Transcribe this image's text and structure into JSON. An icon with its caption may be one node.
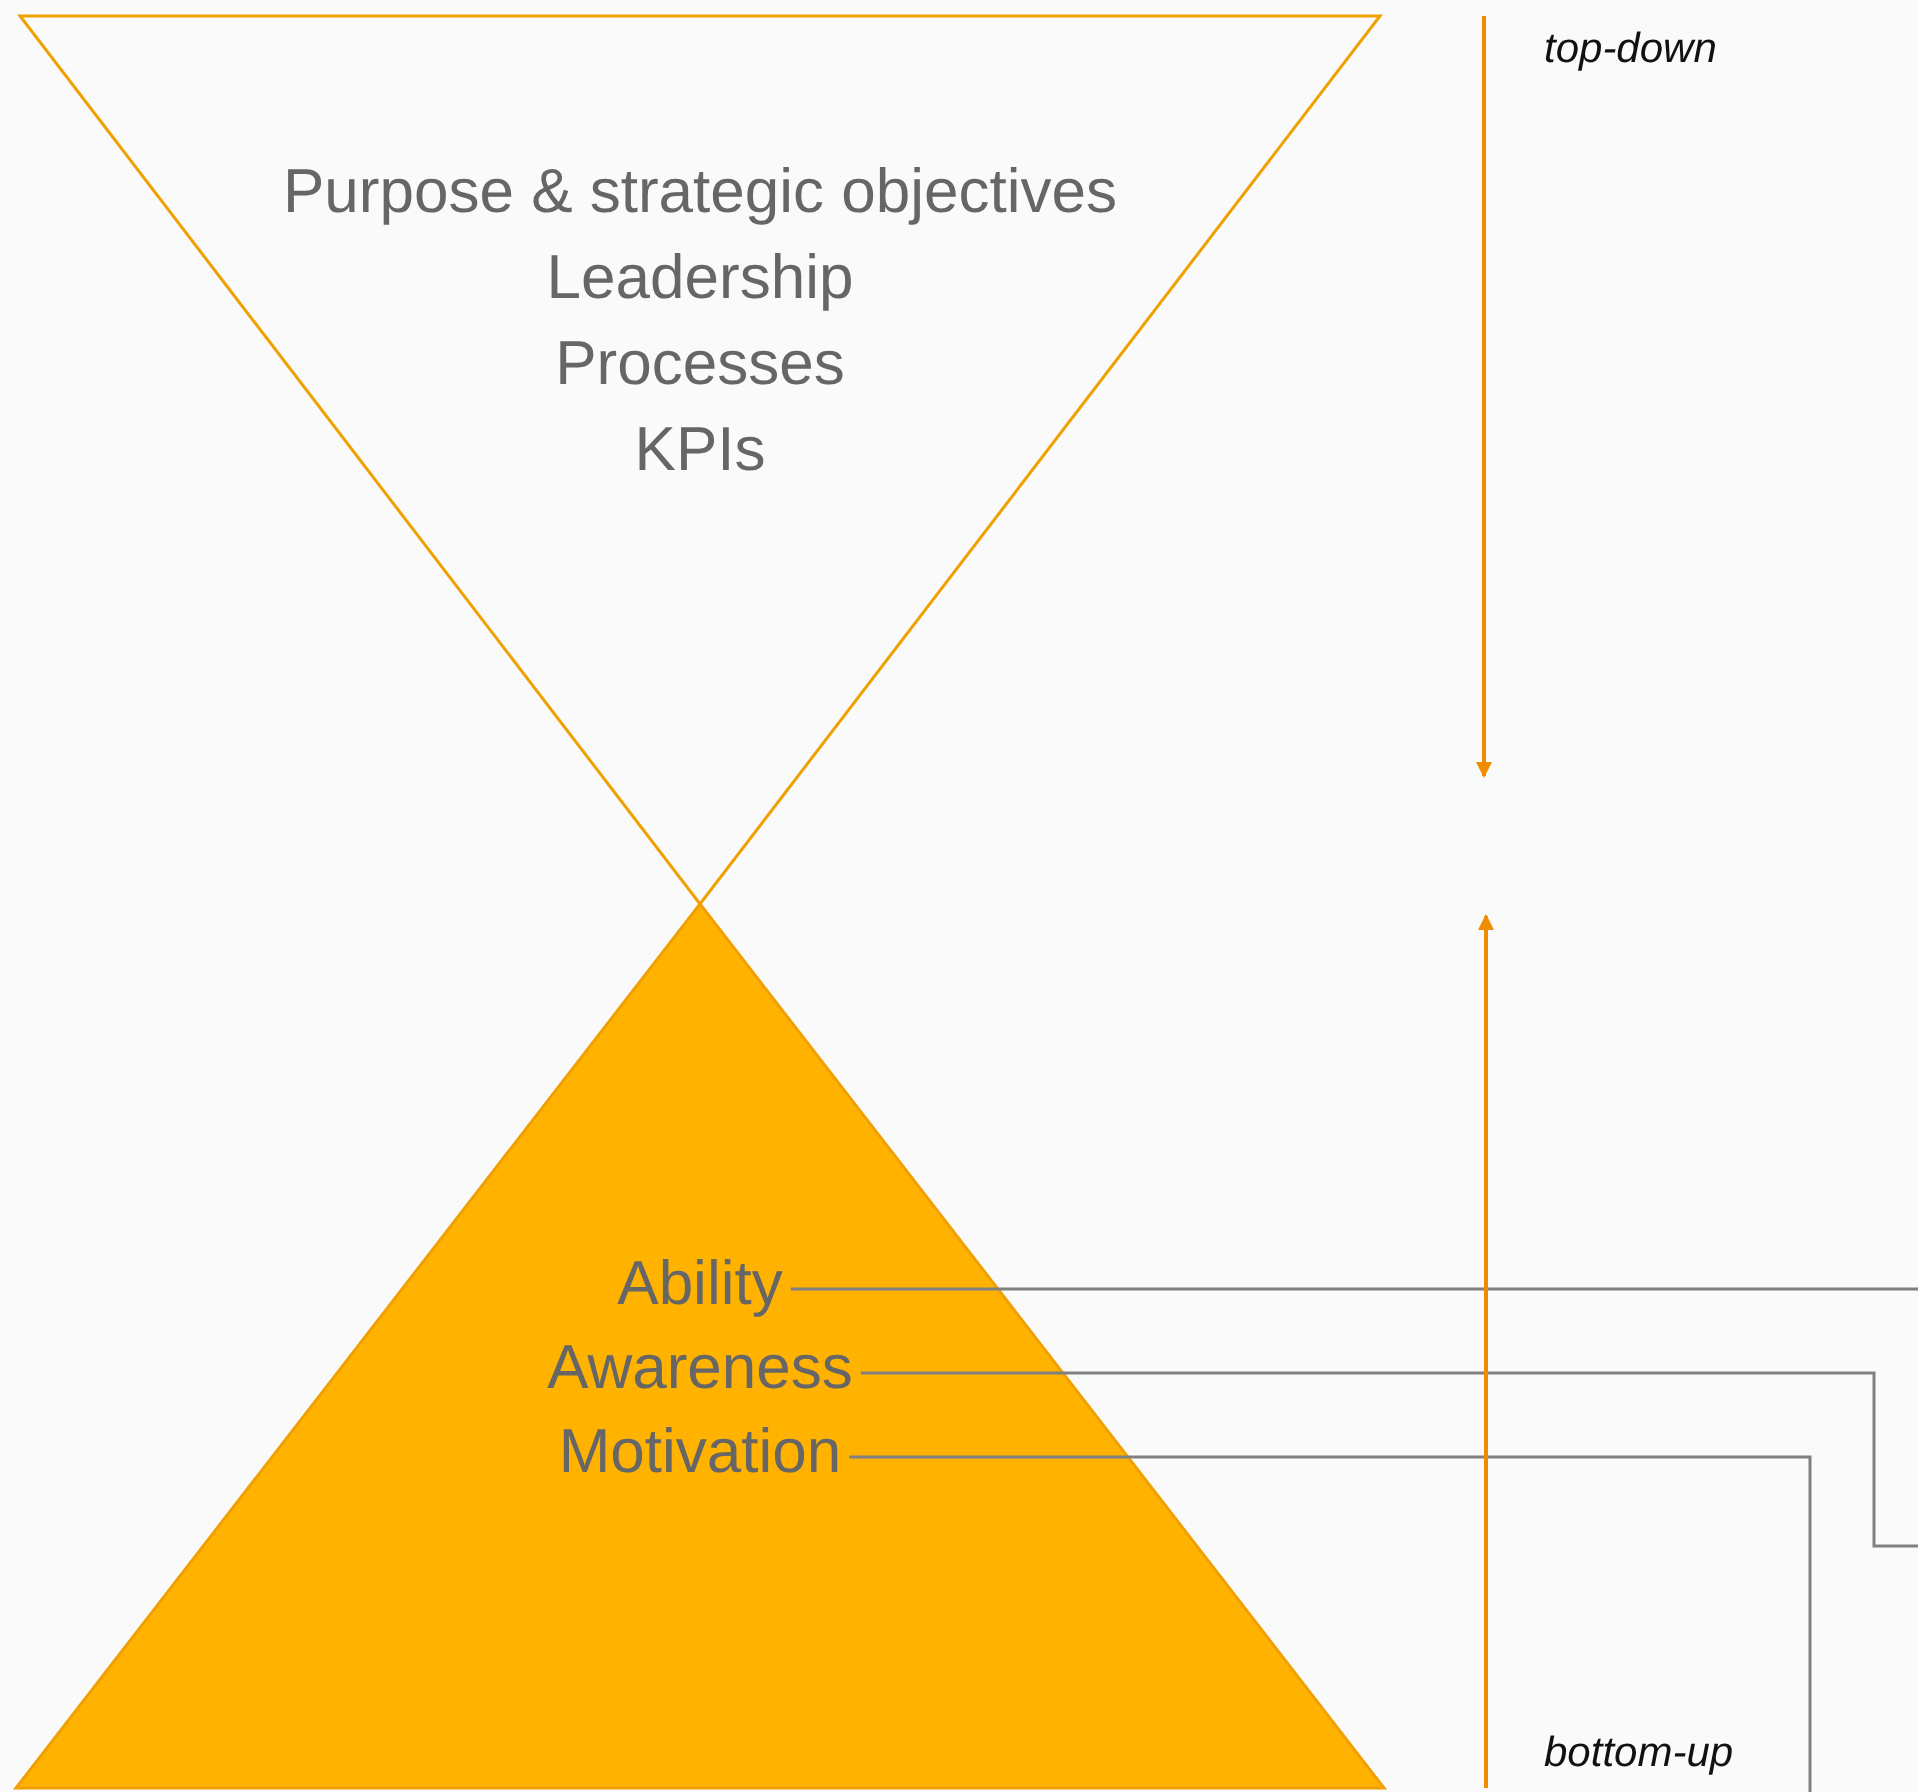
{
  "diagram": {
    "nodes": [
      {
        "text": [
          "Purpose & strategic objectives",
          "Leadership",
          "Processes",
          "KPIs"
        ]
      },
      {
        "text": [],
        "shape": "triangle"
      },
      {
        "text": [
          "Ability"
        ],
        "in": 1
      },
      {
        "text": [
          "Awareness"
        ],
        "in": 1
      },
      {
        "text": [
          "Motivation"
        ],
        "in": 1
      }
    ],
    "edges": [
      {
        "from": 2,
        "to": null,
        "arrow": "none"
      },
      {
        "from": 3,
        "to": null,
        "arrow": "none"
      },
      {
        "from": 4,
        "to": null,
        "arrow": "none"
      }
    ],
    "labels": [
      "top-down",
      "bottom-up"
    ]
  }
}
